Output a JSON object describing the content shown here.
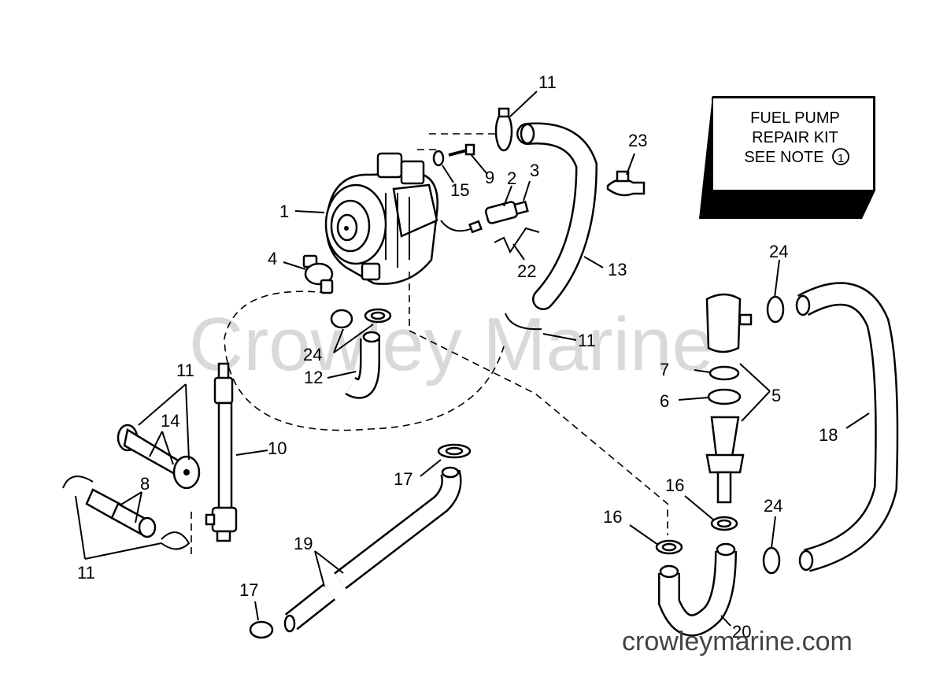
{
  "callouts": {
    "n1": "1",
    "n2": "2",
    "n3": "3",
    "n4": "4",
    "n5": "5",
    "n6": "6",
    "n7": "7",
    "n8": "8",
    "n9": "9",
    "n10": "10",
    "n11a": "11",
    "n11b": "11",
    "n11c": "11",
    "n11d": "11",
    "n12": "12",
    "n13": "13",
    "n14": "14",
    "n15": "15",
    "n16a": "16",
    "n16b": "16",
    "n17a": "17",
    "n17b": "17",
    "n18": "18",
    "n19": "19",
    "n20": "20",
    "n22": "22",
    "n23": "23",
    "n24a": "24",
    "n24b": "24",
    "n24c": "24"
  },
  "kit_box": {
    "line1": "FUEL PUMP",
    "line2": "REPAIR KIT",
    "line3": "SEE NOTE",
    "note_number": "1"
  },
  "watermark": {
    "center": "Crowley Marine",
    "footer": "crowleymarine.com"
  }
}
